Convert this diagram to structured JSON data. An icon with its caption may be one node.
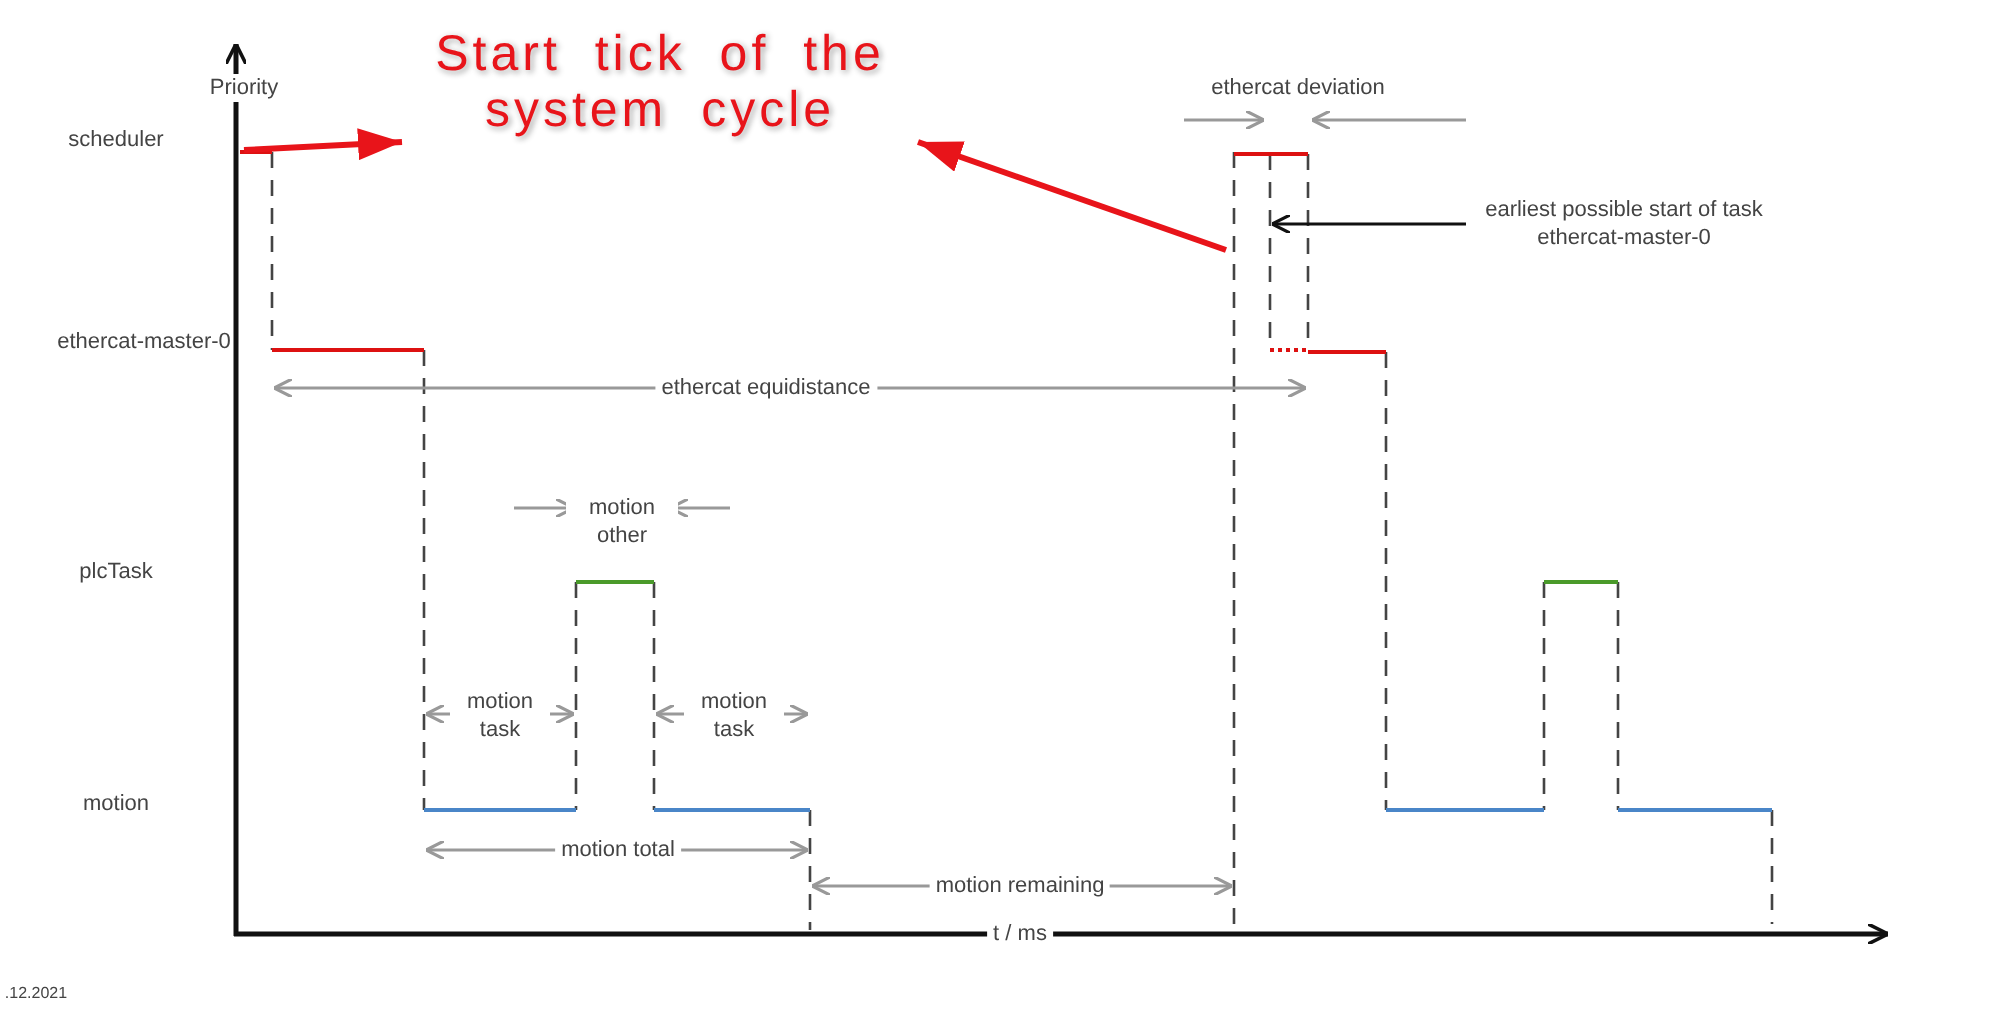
{
  "diagram": {
    "nodes": [
      {
        "text": [
          "Start tick of the system cycle"
        ]
      },
      {
        "text": [
          "earliest possible start of task ethercat-master-0"
        ]
      }
    ],
    "edges": [
      {
        "from": null,
        "to": 0,
        "arrow": "to"
      },
      {
        "from": null,
        "to": 0,
        "arrow": "to"
      },
      {
        "from": 1,
        "to": null,
        "arrow": "to",
        "color": "#111111"
      }
    ],
    "labels": [
      "Priority",
      "ethercat deviation",
      "scheduler",
      "ethercat-master-0",
      "ethercat equidistance",
      "motion other",
      "plcTask",
      "motion task",
      "motion task",
      "motion",
      "motion total",
      "motion remaining",
      "t / ms",
      ".12.2021"
    ]
  }
}
